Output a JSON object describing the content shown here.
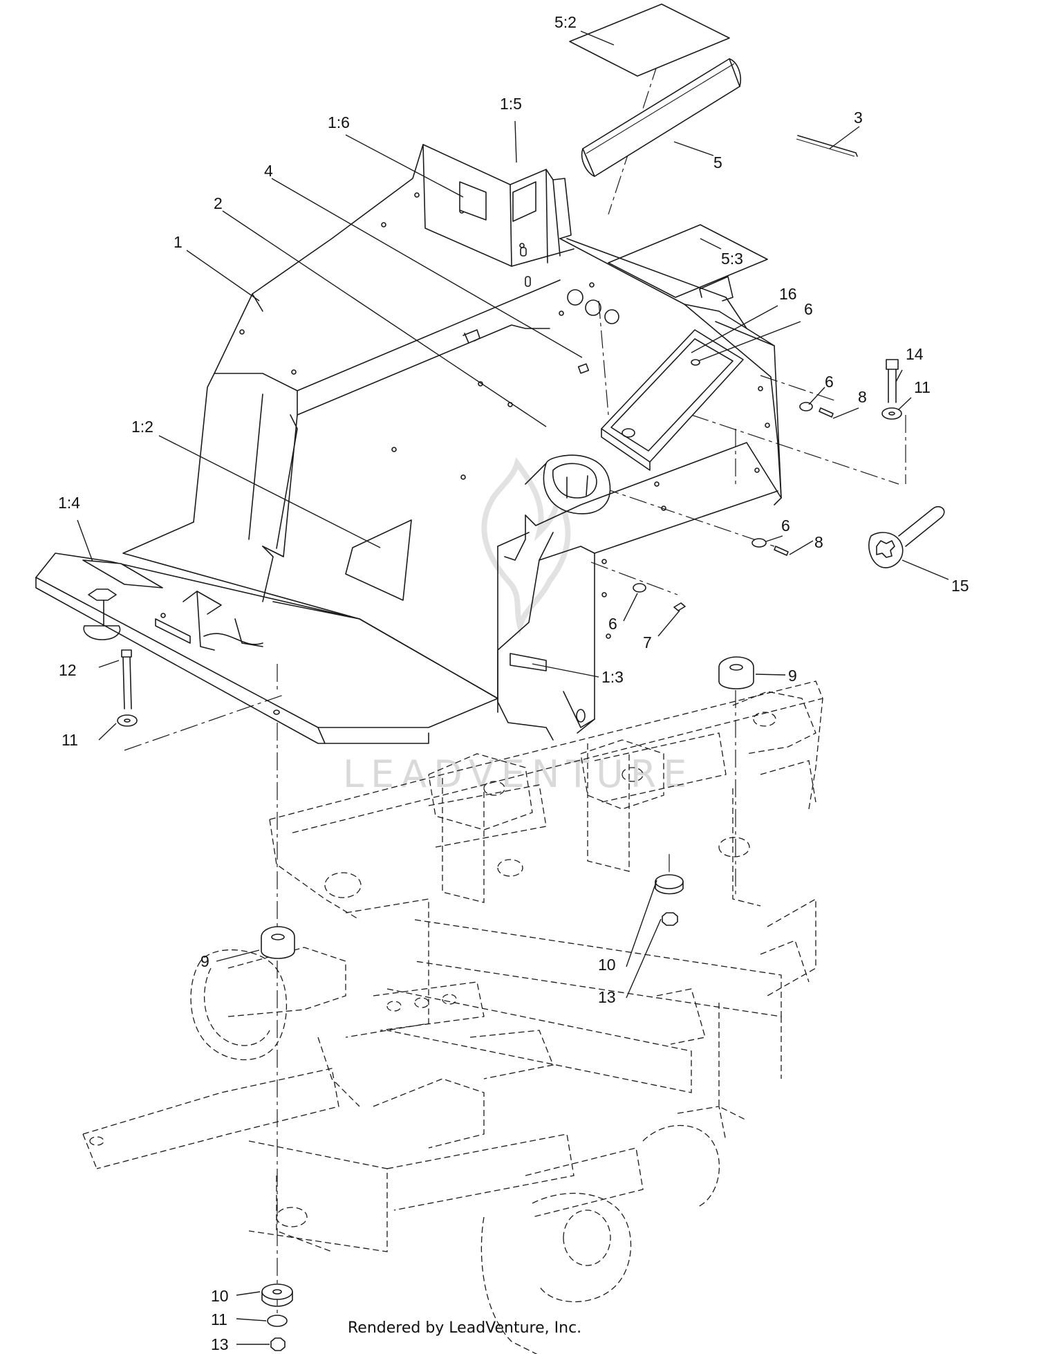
{
  "callouts": [
    {
      "id": "c-5-2",
      "text": "5:2"
    },
    {
      "id": "c-1-5",
      "text": "1:5"
    },
    {
      "id": "c-3",
      "text": "3"
    },
    {
      "id": "c-1-6",
      "text": "1:6"
    },
    {
      "id": "c-5",
      "text": "5"
    },
    {
      "id": "c-4",
      "text": "4"
    },
    {
      "id": "c-2",
      "text": "2"
    },
    {
      "id": "c-1",
      "text": "1"
    },
    {
      "id": "c-5-3",
      "text": "5:3"
    },
    {
      "id": "c-16",
      "text": "16"
    },
    {
      "id": "c-6a",
      "text": "6"
    },
    {
      "id": "c-14",
      "text": "14"
    },
    {
      "id": "c-6b",
      "text": "6"
    },
    {
      "id": "c-11a",
      "text": "11"
    },
    {
      "id": "c-8a",
      "text": "8"
    },
    {
      "id": "c-1-2",
      "text": "1:2"
    },
    {
      "id": "c-1-4",
      "text": "1:4"
    },
    {
      "id": "c-6c",
      "text": "6"
    },
    {
      "id": "c-8b",
      "text": "8"
    },
    {
      "id": "c-15",
      "text": "15"
    },
    {
      "id": "c-6d",
      "text": "6"
    },
    {
      "id": "c-7",
      "text": "7"
    },
    {
      "id": "c-1-3",
      "text": "1:3"
    },
    {
      "id": "c-12",
      "text": "12"
    },
    {
      "id": "c-9a",
      "text": "9"
    },
    {
      "id": "c-11b",
      "text": "11"
    },
    {
      "id": "c-9b",
      "text": "9"
    },
    {
      "id": "c-10a",
      "text": "10"
    },
    {
      "id": "c-13a",
      "text": "13"
    },
    {
      "id": "c-10b",
      "text": "10"
    },
    {
      "id": "c-11c",
      "text": "11"
    },
    {
      "id": "c-13b",
      "text": "13"
    }
  ],
  "watermark": "LEADVENTURE",
  "footer": "Rendered by LeadVenture, Inc."
}
